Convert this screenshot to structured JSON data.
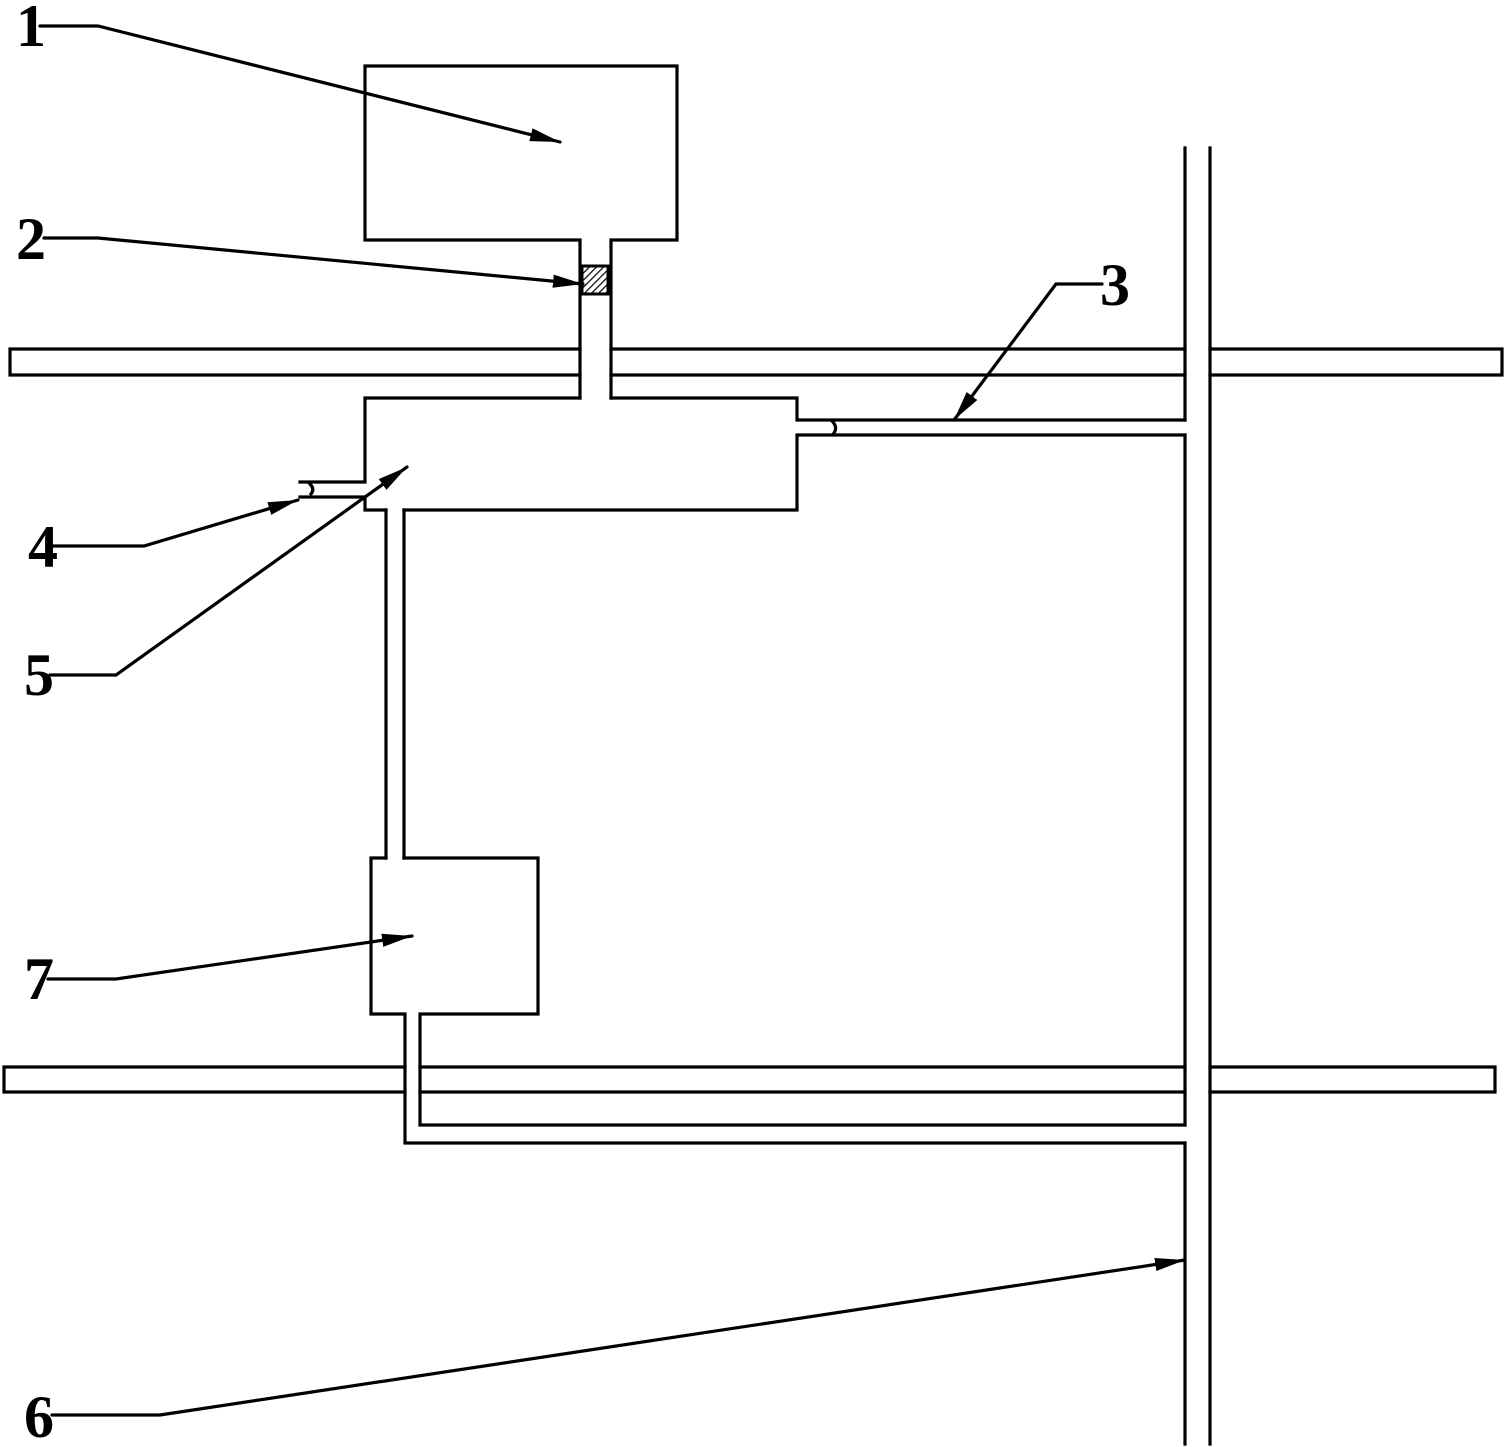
{
  "figure": {
    "background": "#ffffff",
    "line_color": "#000000",
    "hatch_color": "#000000"
  },
  "labels": {
    "l1": "1",
    "l2": "2",
    "l3": "3",
    "l4": "4",
    "l5": "5",
    "l6": "6",
    "l7": "7"
  }
}
